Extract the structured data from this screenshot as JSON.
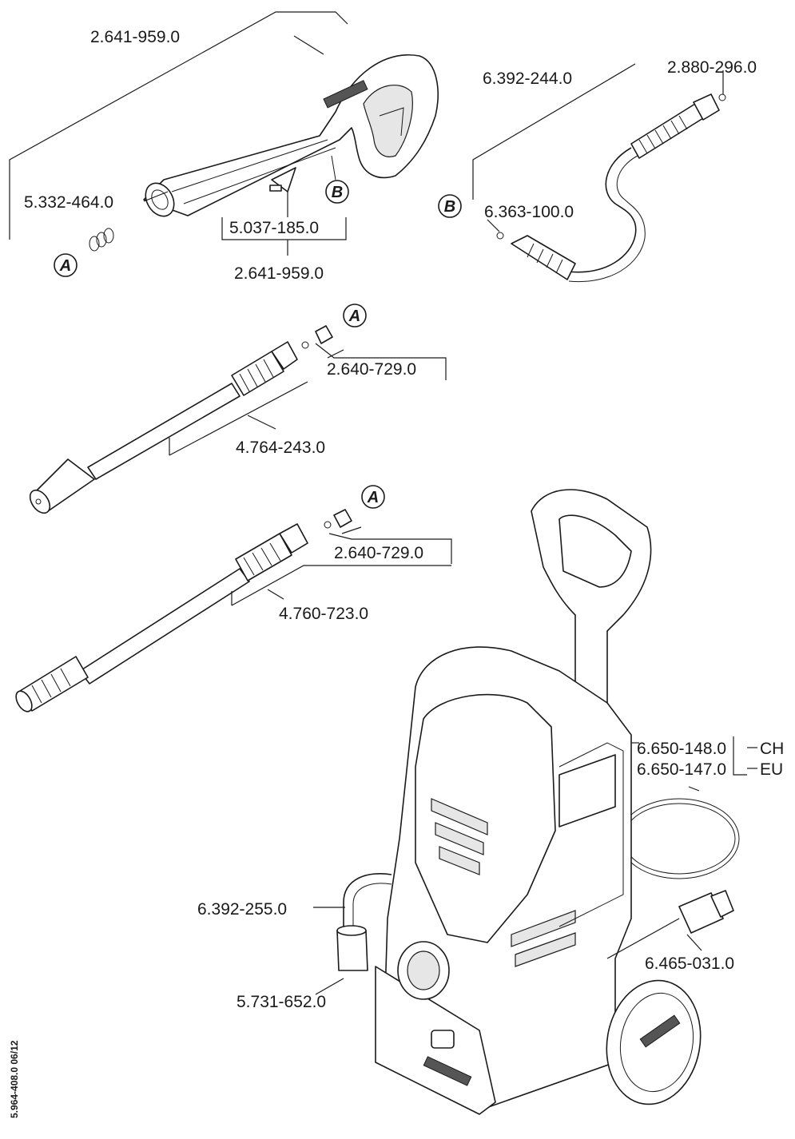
{
  "document_id": "5.964-408.0  06/12",
  "callouts": {
    "a": "A",
    "b": "B"
  },
  "gun": {
    "assembly_top": "2.641-959.0",
    "seal_kit": "5.332-464.0",
    "lock_clip": "5.037-185.0",
    "assembly_bottom": "2.641-959.0"
  },
  "hose": {
    "assembly": "6.392-244.0",
    "end_seal": "2.880-296.0",
    "connector": "6.363-100.0"
  },
  "lance_1": {
    "connector_kit": "2.640-729.0",
    "lance": "4.764-243.0"
  },
  "lance_2": {
    "connector_kit": "2.640-729.0",
    "lance": "4.760-723.0"
  },
  "machine": {
    "cable_ch": "6.650-148.0",
    "cable_ch_region": "CH",
    "cable_eu": "6.650-147.0",
    "cable_eu_region": "EU",
    "suction_hose": "6.392-255.0",
    "filter": "5.731-652.0",
    "water_coupling": "6.465-031.0"
  }
}
